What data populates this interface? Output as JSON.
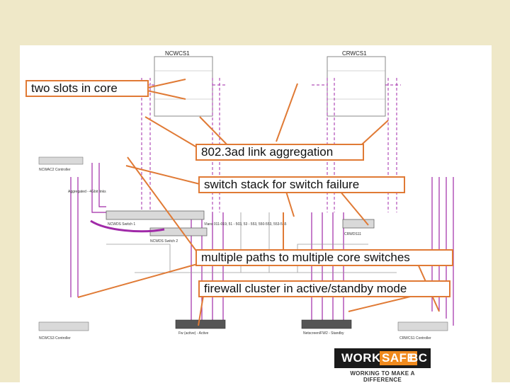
{
  "callouts": {
    "two_slots": "two slots in  core",
    "link_aggregation": "802.3ad link aggregation",
    "switch_stack": "switch stack for switch failure",
    "multiple_paths": "multiple paths to multiple core switches",
    "firewall_cluster": "firewall cluster in active/standby mode"
  },
  "diagram_labels": {
    "core_left": "NCWCS1",
    "core_right": "CRWCS1",
    "vlan_line": "Vlans 011-019, 51 - 503, 53 - 553, 550-553, 553-555",
    "stack_left": "NCWDS Switch 1",
    "stack_left_2": "NCWDS Switch 2",
    "stack_right": "CRWDS11",
    "wc2_controller": "NCWAC2 Controller",
    "bottom_left_controller": "NCWCS3 Controller",
    "bottom_right_controller": "CRWCS1 Controller",
    "fw_active": "Fw (active) - Active",
    "fw_standby": "Netscreen/FW2 - Standby",
    "note_aggregation": "Aggregated - 4Gbit links"
  },
  "logo": {
    "work": "WORK",
    "safe": "SAFE",
    "bc": "BC",
    "tagline": "WORKING TO MAKE A DIFFERENCE"
  },
  "colors": {
    "band": "#efe8c8",
    "callout_border": "#e07a35",
    "arrow": "#e07a35",
    "link_purple": "#a02aa8",
    "logo_orange": "#f08a1d"
  }
}
